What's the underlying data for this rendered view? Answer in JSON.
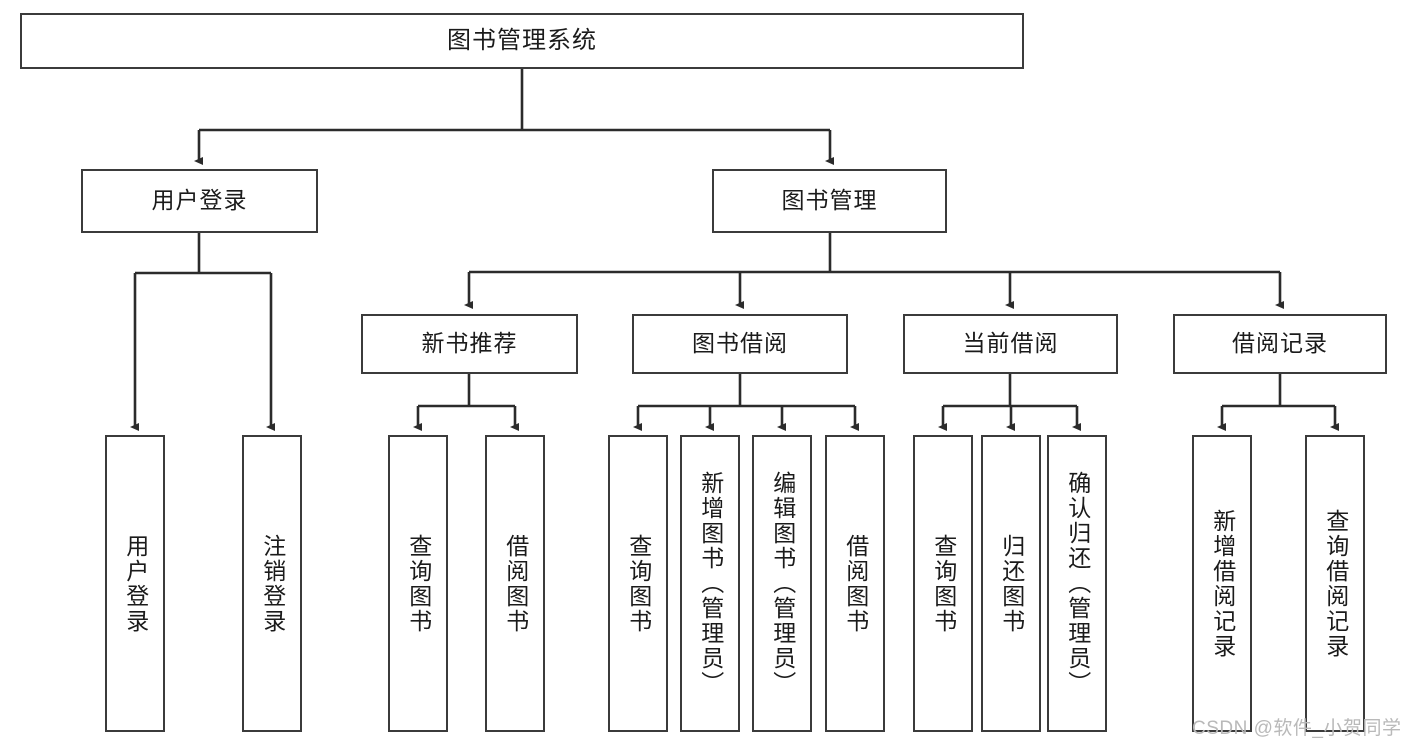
{
  "diagram": {
    "type": "hierarchy-tree",
    "title_node": {
      "label": "图书管理系统"
    },
    "level2": [
      {
        "id": "user-login",
        "label": "用户登录"
      },
      {
        "id": "book-management",
        "label": "图书管理"
      }
    ],
    "level3": [
      {
        "id": "new-book-recommend",
        "label": "新书推荐",
        "parent": "book-management"
      },
      {
        "id": "book-borrow",
        "label": "图书借阅",
        "parent": "book-management"
      },
      {
        "id": "current-borrow",
        "label": "当前借阅",
        "parent": "book-management"
      },
      {
        "id": "borrow-record",
        "label": "借阅记录",
        "parent": "book-management"
      }
    ],
    "leaves": [
      {
        "id": "leaf-user-login",
        "label": "用户登录",
        "parent": "user-login"
      },
      {
        "id": "leaf-logout",
        "label": "注销登录",
        "parent": "user-login"
      },
      {
        "id": "leaf-query-book-1",
        "label": "查询图书",
        "parent": "new-book-recommend"
      },
      {
        "id": "leaf-borrow-book-1",
        "label": "借阅图书",
        "parent": "new-book-recommend"
      },
      {
        "id": "leaf-query-book-2",
        "label": "查询图书",
        "parent": "book-borrow"
      },
      {
        "id": "leaf-add-book",
        "label": "新增图书（管理员）",
        "parent": "book-borrow"
      },
      {
        "id": "leaf-edit-book",
        "label": "编辑图书（管理员）",
        "parent": "book-borrow"
      },
      {
        "id": "leaf-borrow-book-2",
        "label": "借阅图书",
        "parent": "book-borrow"
      },
      {
        "id": "leaf-query-book-3",
        "label": "查询图书",
        "parent": "current-borrow"
      },
      {
        "id": "leaf-return-book",
        "label": "归还图书",
        "parent": "current-borrow"
      },
      {
        "id": "leaf-confirm-return",
        "label": "确认归还（管理员）",
        "parent": "current-borrow"
      },
      {
        "id": "leaf-add-record",
        "label": "新增借阅记录",
        "parent": "borrow-record"
      },
      {
        "id": "leaf-query-record",
        "label": "查询借阅记录",
        "parent": "borrow-record"
      }
    ],
    "colors": {
      "stroke": "#3b3b3b",
      "text": "#1b1b1b",
      "background": "#ffffff",
      "watermark": "#b9b9b9"
    }
  },
  "watermark": {
    "text": "CSDN @软件_小贺同学"
  }
}
